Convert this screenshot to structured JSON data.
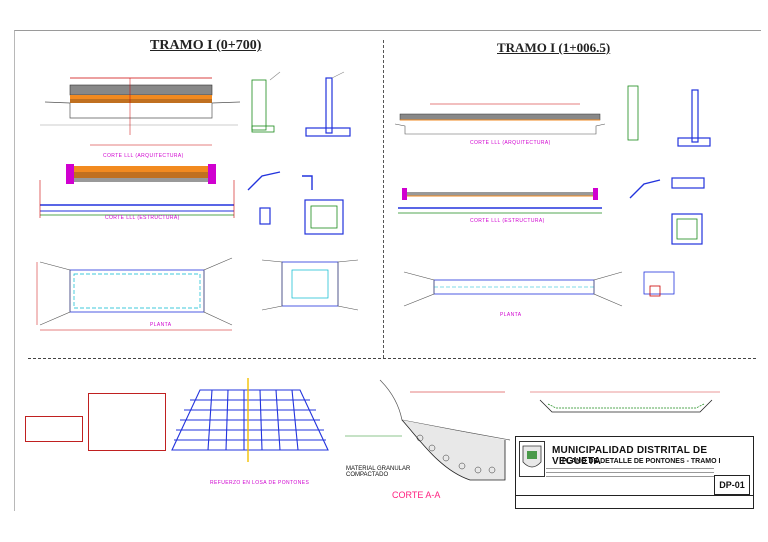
{
  "sheet": {
    "left_title": "TRAMO I (0+700)",
    "right_title": "TRAMO I (1+006.5)"
  },
  "captions": {
    "corte_arq_left": "CORTE LLL (ARQUITECTURA)",
    "corte_est_left": "CORTE LLL (ESTRUCTURA)",
    "planta_left": "PLANTA",
    "corte_arq_right": "CORTE LLL (ARQUITECTURA)",
    "corte_est_right": "CORTE LLL (ESTRUCTURA)",
    "planta_right": "PLANTA",
    "refuerzo": "REFUERZO EN LOSA DE PONTONES",
    "corte_aa": "CORTE A-A"
  },
  "annotations": {
    "material_granular": "MATERIAL GRANULAR\nCOMPACTADO"
  },
  "title_block": {
    "organization": "MUNICIPALIDAD DISTRITAL DE VEGUETA",
    "plan_title": "PLANO DE DETALLE DE PONTONES - TRAMO I",
    "sheet_code": "DP-01"
  },
  "colors": {
    "magenta": "#d000d0",
    "red": "#cc0000",
    "blue": "#2233dd",
    "cyan": "#00b8d0",
    "orange": "#f28a20",
    "green": "#1a8a1a"
  }
}
